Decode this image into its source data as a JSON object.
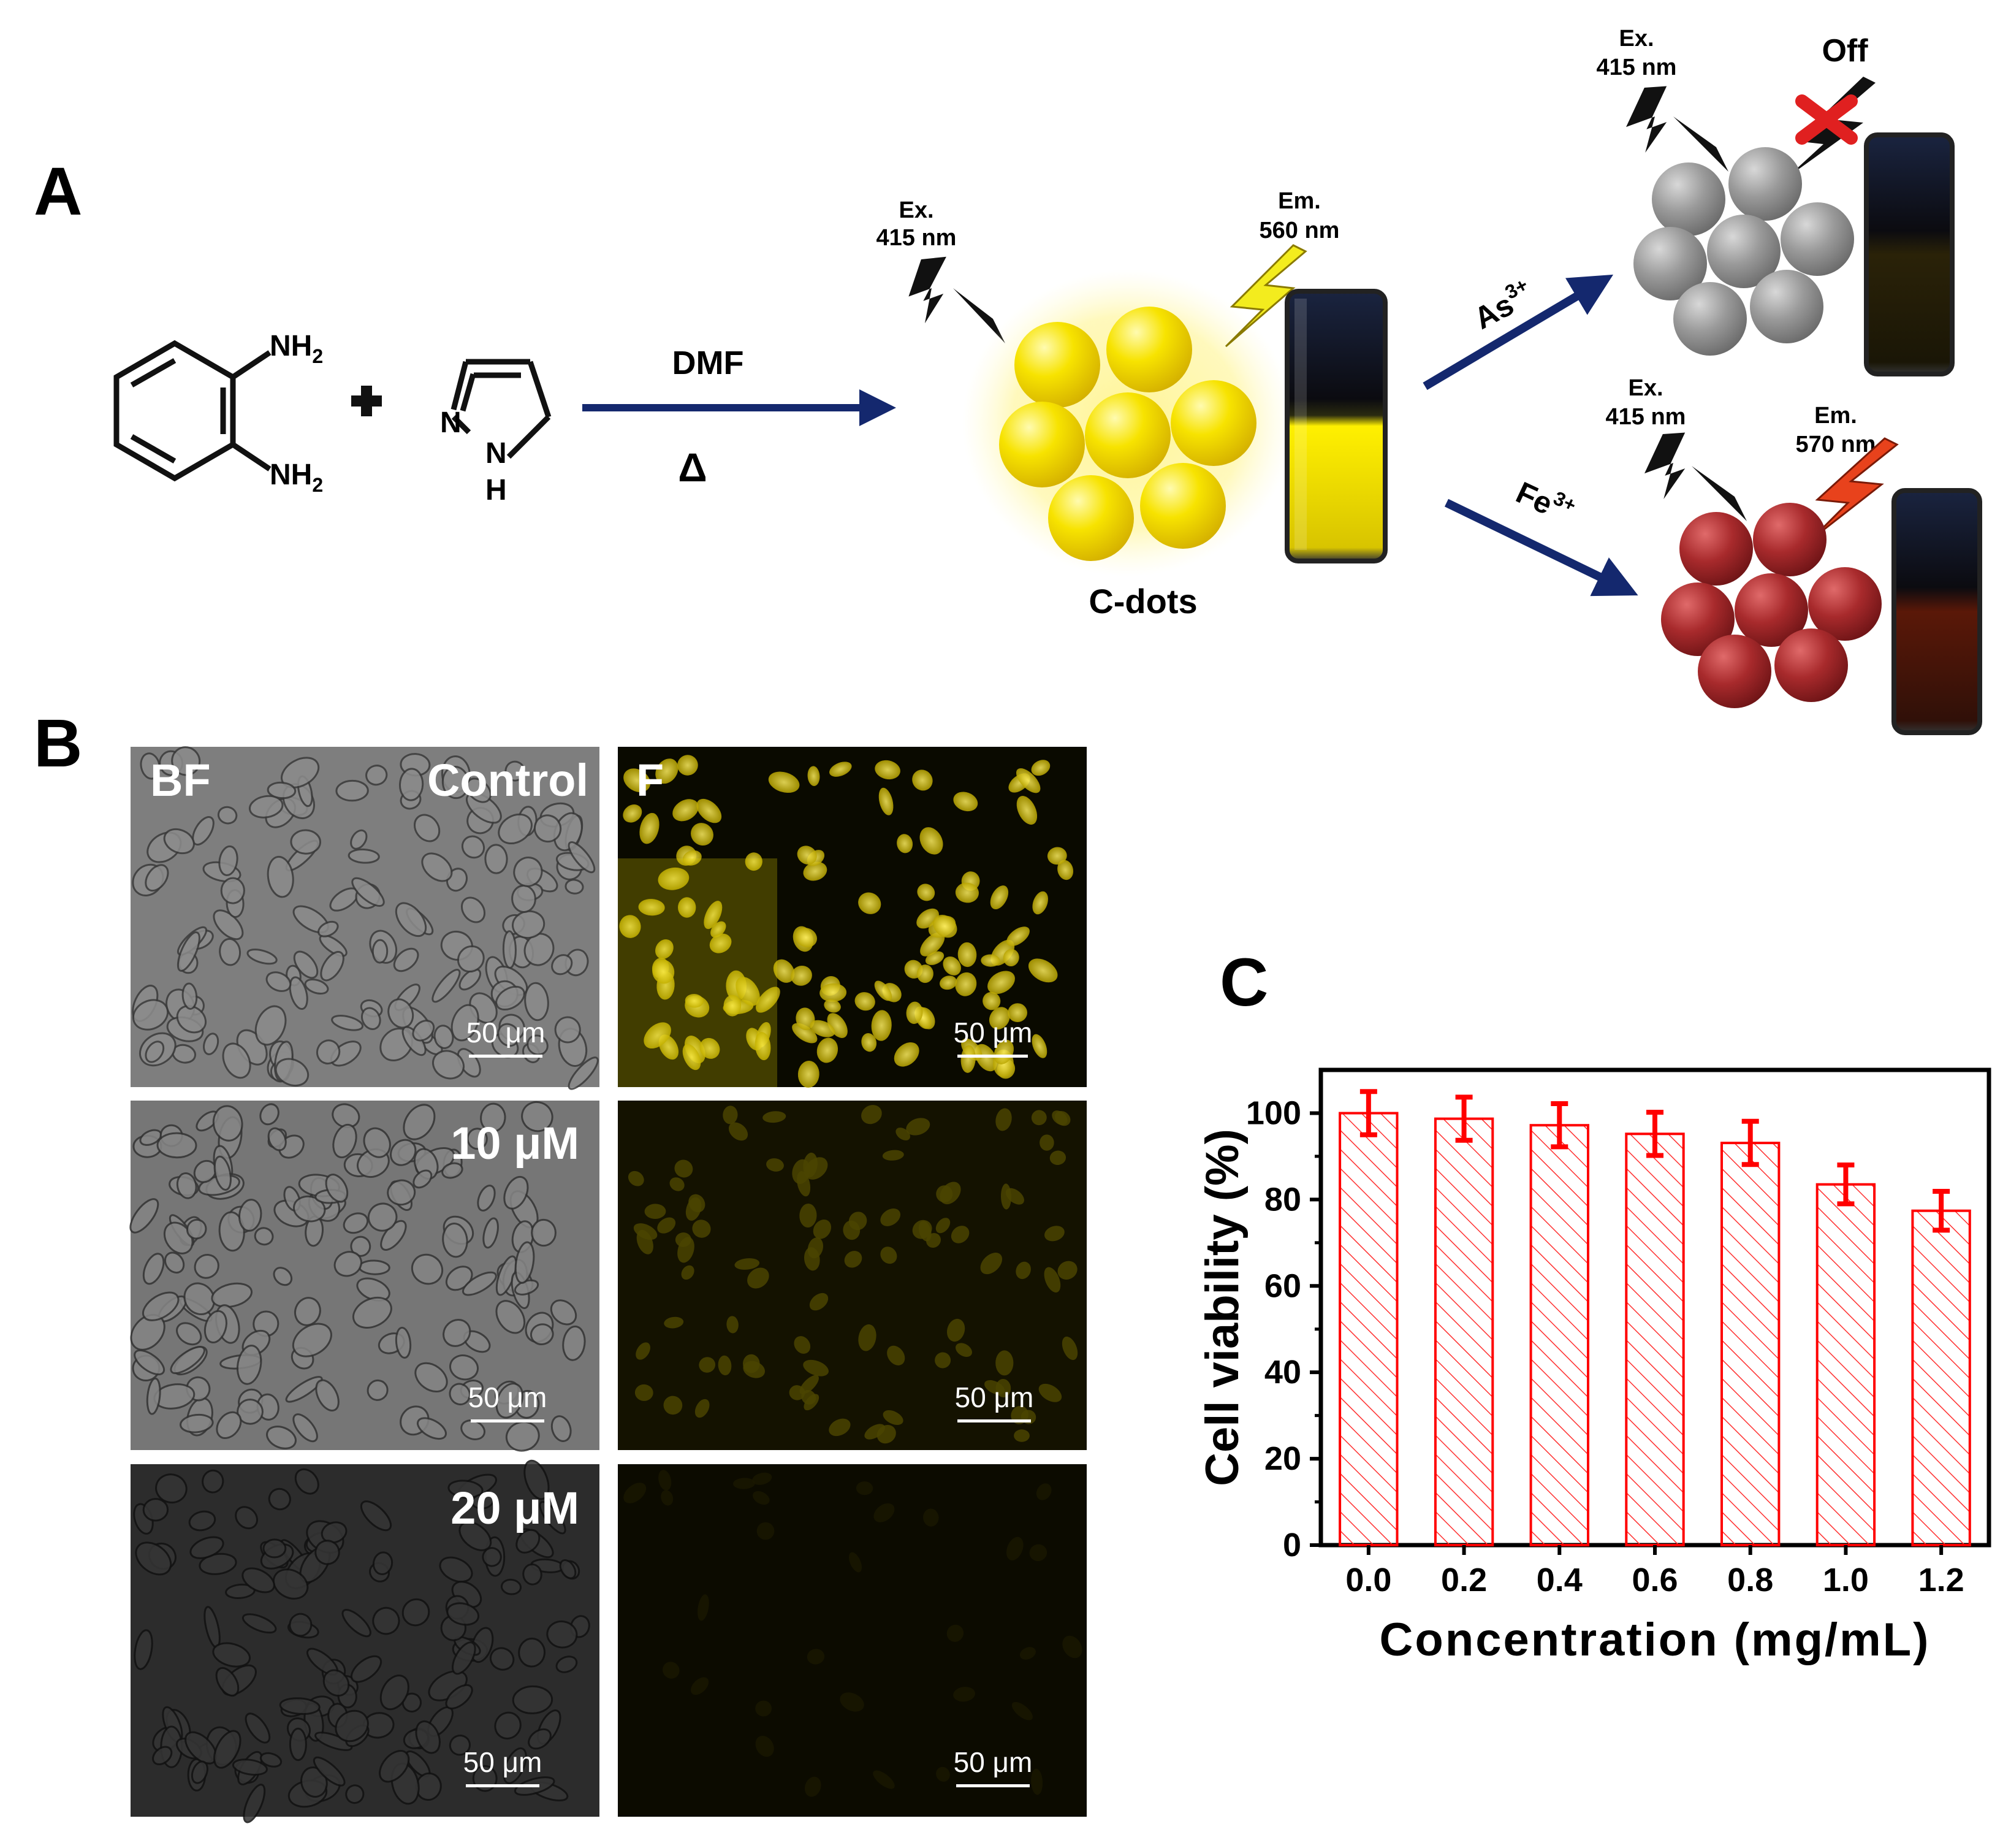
{
  "panel_letters": {
    "a": "A",
    "b": "B",
    "c": "C"
  },
  "scheme": {
    "reagent1": {
      "nh2_top": "NH",
      "nh2_top_sub": "2",
      "nh2_bottom": "NH",
      "nh2_bottom_sub": "2"
    },
    "plus_sign": "+",
    "reagent2": {
      "n_left": "N",
      "n_right": "N",
      "h": "H"
    },
    "arrow_top_label": "DMF",
    "arrow_bottom_label": "Δ",
    "cdots": {
      "label": "C-dots",
      "ex_label": "Ex.",
      "ex_wavelength": "415 nm",
      "em_label": "Em.",
      "em_wavelength": "560 nm"
    },
    "as_branch": {
      "ion": "As",
      "ion_charge": "3+",
      "ex_label": "Ex.",
      "ex_wavelength": "415 nm",
      "status": "Off"
    },
    "fe_branch": {
      "ion": "Fe",
      "ion_charge": "3+",
      "ex_label": "Ex.",
      "ex_wavelength": "415 nm",
      "em_label": "Em.",
      "em_wavelength": "570 nm"
    },
    "colors": {
      "arrow": "#14286e",
      "cdot": "#f2e000",
      "as_dot": "#8a8a8a",
      "fe_dot": "#a12a2c",
      "em_bolt_yellow": "#f3ec1e",
      "em_bolt_red": "#e8421c",
      "cross": "#e02020"
    }
  },
  "microscopy": {
    "column_labels": {
      "bf": "BF",
      "f": "F"
    },
    "row_labels": [
      "Control",
      "10 μM",
      "20 μM"
    ],
    "scale_bar_label": "50 μm"
  },
  "chart_data": {
    "type": "bar",
    "categories": [
      "0.0",
      "0.2",
      "0.4",
      "0.6",
      "0.8",
      "1.0",
      "1.2"
    ],
    "values": [
      100,
      98.7,
      97.2,
      95.2,
      93.1,
      83.5,
      77.4
    ],
    "errors": [
      5,
      5,
      5,
      5,
      5,
      4.5,
      4.5
    ],
    "xlabel": "Concentration (mg/mL)",
    "ylabel": "Cell viability (%)",
    "ylim": [
      0,
      110
    ],
    "yticks": [
      0,
      20,
      40,
      60,
      80,
      100
    ],
    "bar_color": "#ff0000",
    "hatch": "diagonal",
    "grid": false
  }
}
